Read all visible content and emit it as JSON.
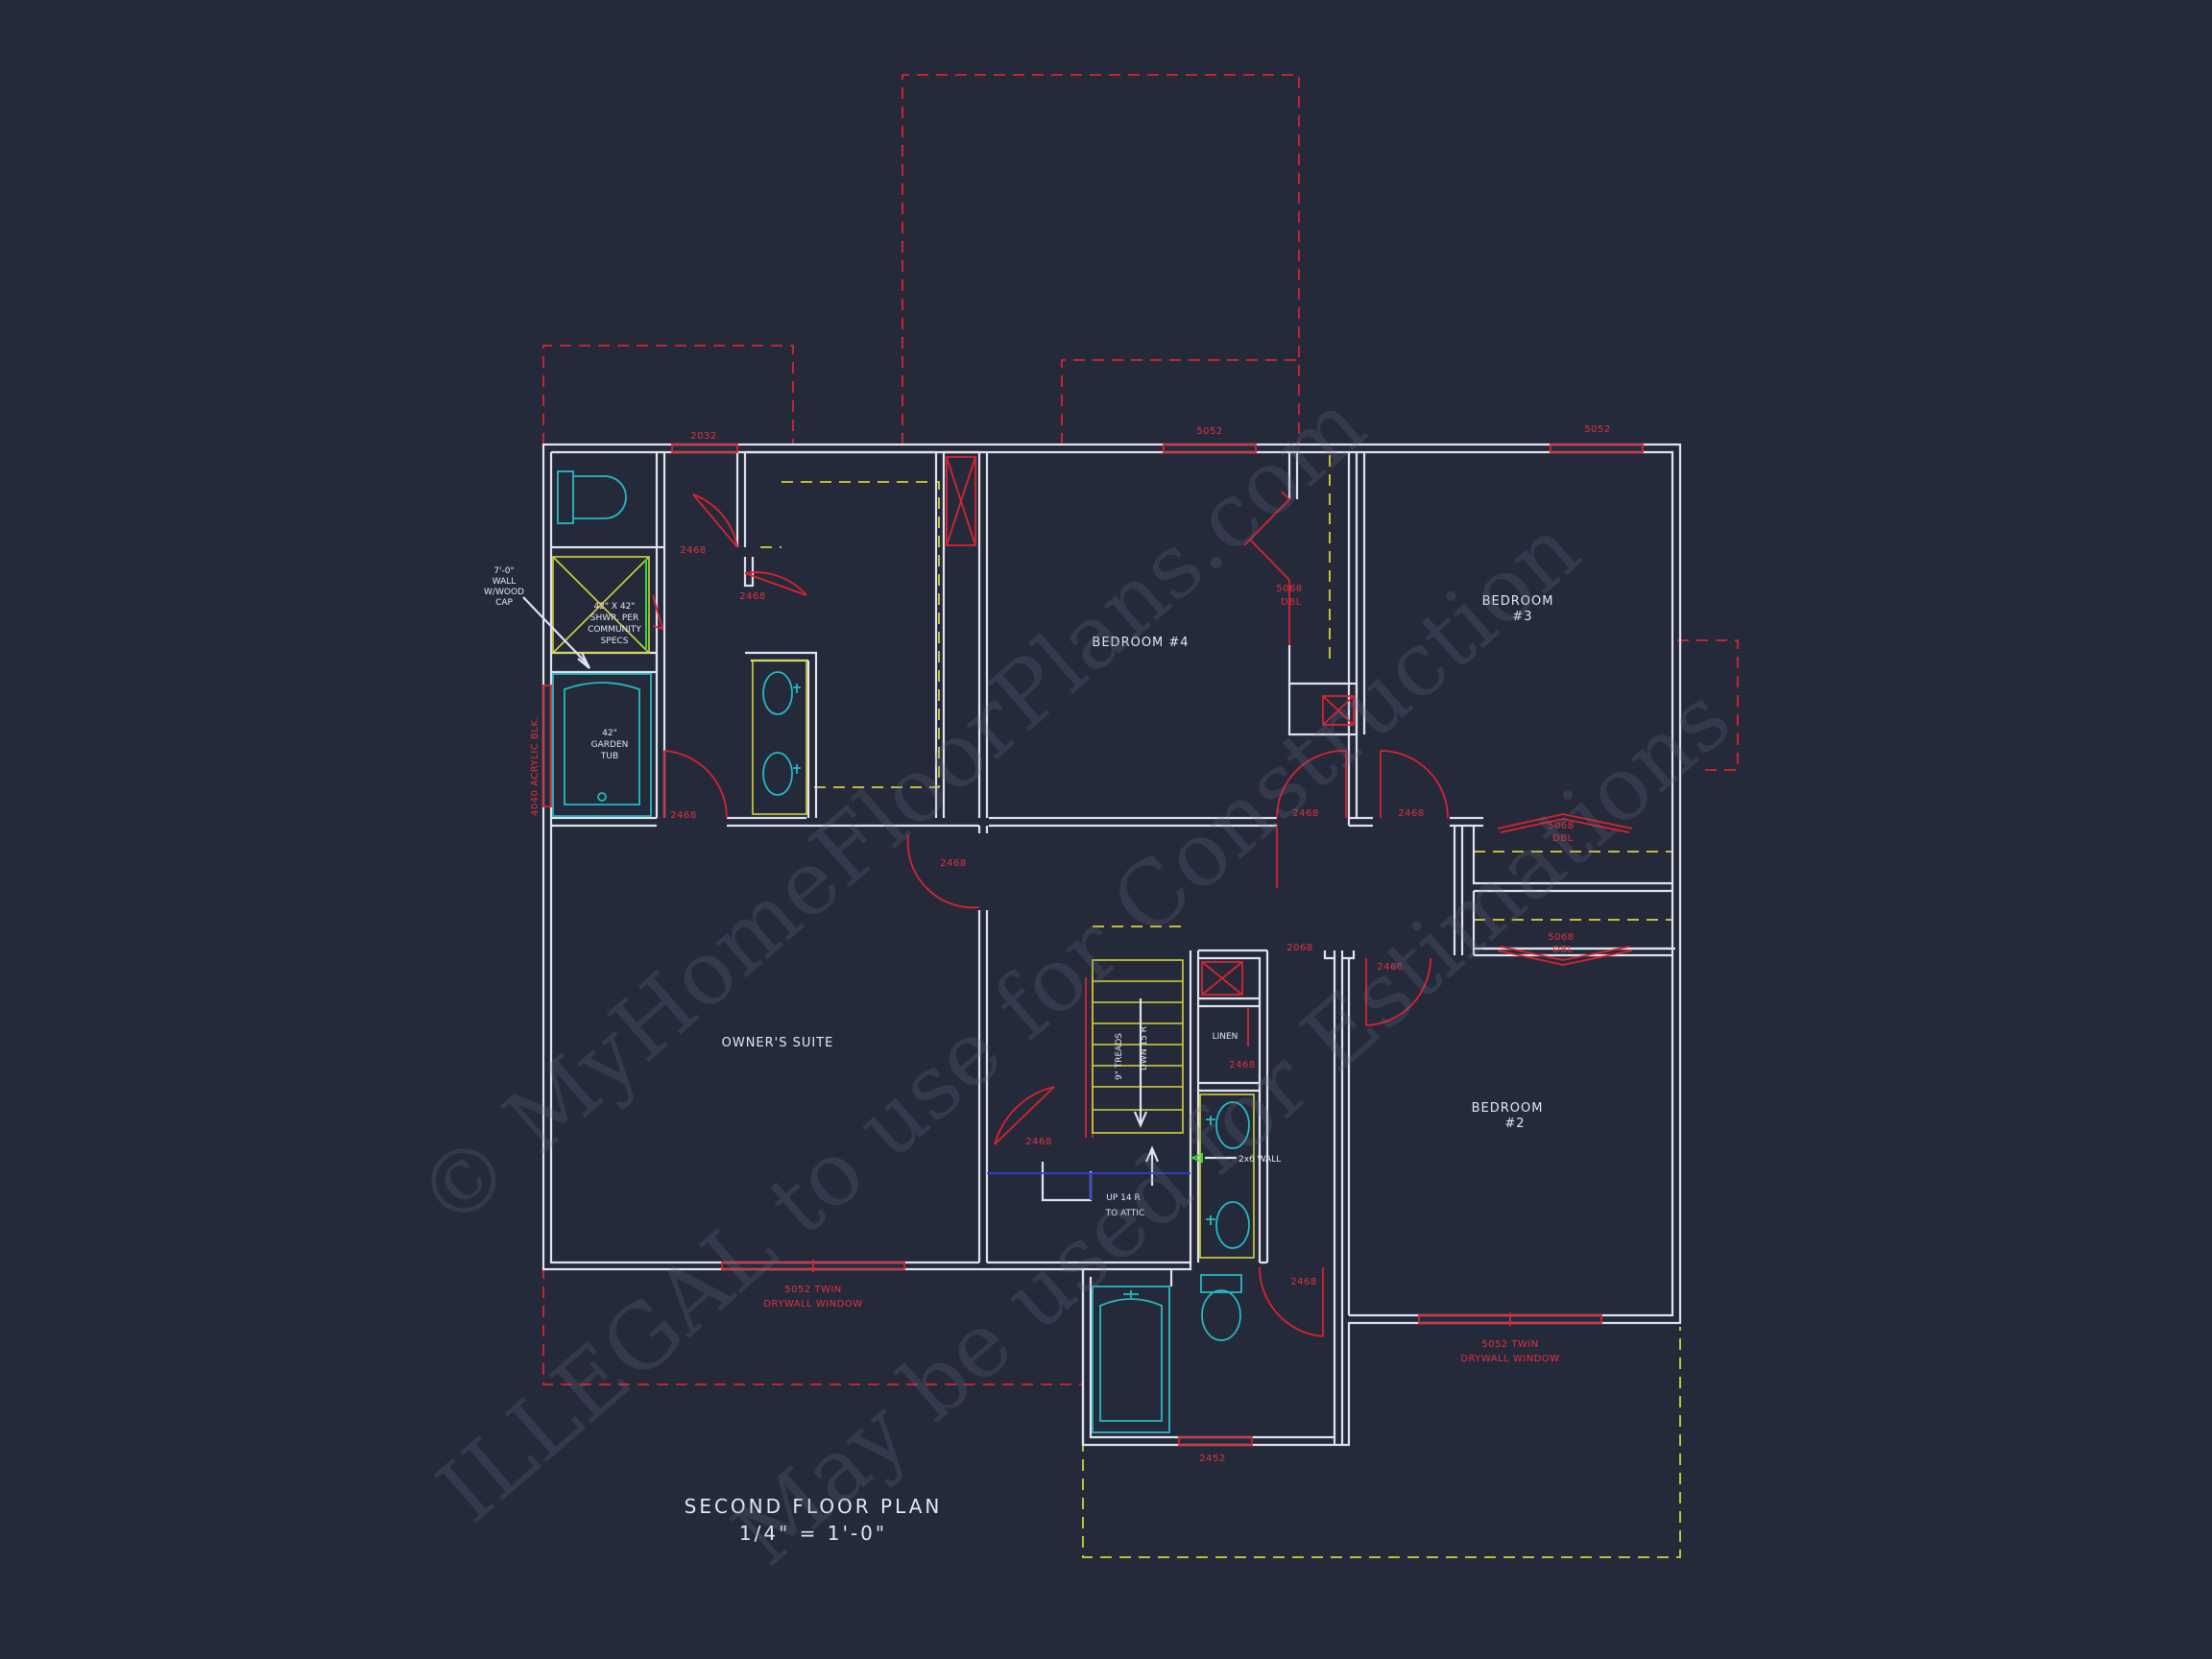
{
  "plan": {
    "title": "SECOND FLOOR PLAN",
    "scale": "1/4\" = 1'-0\""
  },
  "rooms": {
    "bedroom4": "BEDROOM #4",
    "bedroom3_a": "BEDROOM",
    "bedroom3_b": "#3",
    "bedroom2_a": "BEDROOM",
    "bedroom2_b": "#2",
    "owners_suite": "OWNER'S SUITE",
    "linen": "LINEN"
  },
  "labels": {
    "tub_a": "42\"",
    "tub_b": "GARDEN",
    "tub_c": "TUB",
    "shower_a": "42\" X 42\"",
    "shower_b": "SHWR. PER",
    "shower_c": "COMMUNITY",
    "shower_d": "SPECS",
    "wall_note_a": "7'-0\"",
    "wall_note_b": "WALL",
    "wall_note_c": "W/WOOD",
    "wall_note_d": "CAP",
    "acrylic_blk": "4040 ACRYLIC BLK.",
    "stair_a": "9\" TREADS",
    "stair_b": "DWN 15 R",
    "attic_a": "UP 14 R",
    "attic_b": "TO ATTIC",
    "wall_2x6": "2x6 WALL"
  },
  "windows": {
    "w2032": "2032",
    "w5052_top": "5052",
    "w5052_right": "5052",
    "w2452": "2452",
    "w_owner_a": "5052 TWIN",
    "w_owner_b": "DRYWALL WINDOW",
    "w_bed2_a": "5052 TWIN",
    "w_bed2_b": "DRYWALL WINDOW"
  },
  "doors": {
    "d1": "2468",
    "d2": "2468",
    "d3": "2468",
    "d4": "2468",
    "d5": "2468",
    "d6": "2468",
    "d7": "2468",
    "d8": "2468",
    "d9": "2468",
    "d10": "2468",
    "d11": "2068",
    "closet_b4_a": "5068",
    "closet_b4_b": "DBL",
    "closet_b3_a": "5068",
    "closet_b3_b": "DBL",
    "closet_b2_a": "5068",
    "closet_b2_b": "DBL"
  },
  "watermark": {
    "line1": "© MyHomeFloorPlans.com",
    "line2": "ILLEGAL to use for Construction",
    "line3": "May be used for Estimations"
  },
  "colors": {
    "background": "#252a3b",
    "walls": "#dfe3ec",
    "annotations": "#d8232f",
    "fixtures": "#27b8c2",
    "overhead": "#d4d23a"
  }
}
